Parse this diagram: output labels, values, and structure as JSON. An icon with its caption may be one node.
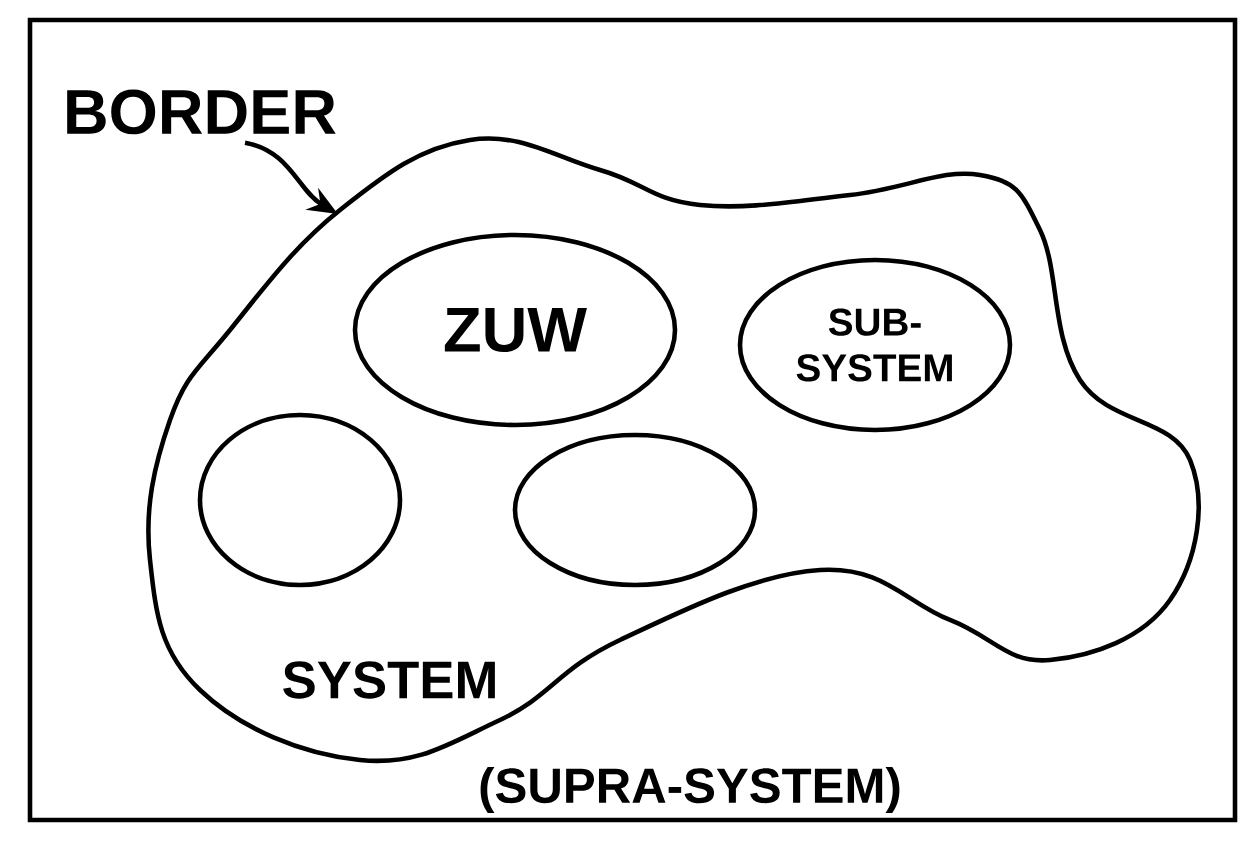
{
  "diagram": {
    "nodes": [
      {
        "text": [
          "(SUPRA-SYSTEM)"
        ]
      },
      {
        "text": [
          "BORDER"
        ],
        "in": 0
      },
      {
        "text": [
          "SYSTEM"
        ],
        "in": 0
      },
      {
        "text": [
          "ZUW"
        ],
        "in": 2
      },
      {
        "text": [
          "SUB- SYSTEM"
        ],
        "in": 2
      },
      {
        "text": [],
        "shape": "circle",
        "in": 2
      },
      {
        "text": [],
        "shape": "circle",
        "in": 2
      }
    ],
    "edges": [
      {
        "from": 1,
        "to": 2,
        "arrow": "to"
      }
    ]
  }
}
